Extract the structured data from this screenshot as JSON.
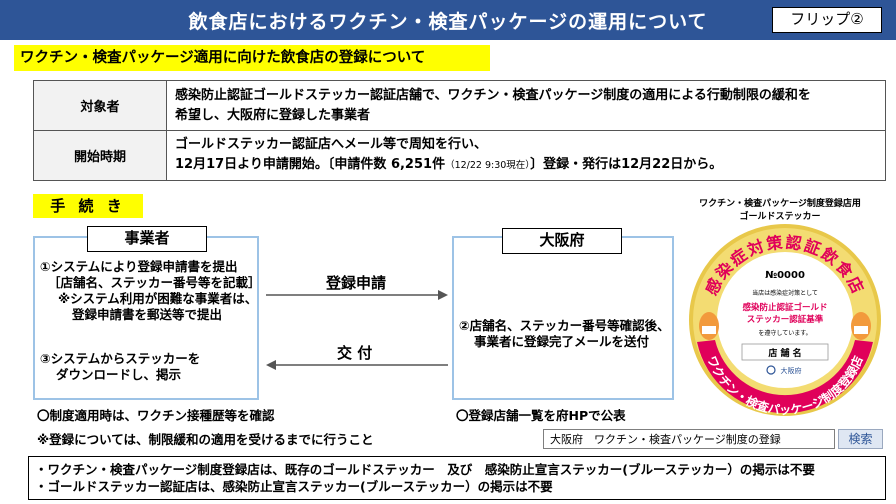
{
  "header": {
    "title": "飲食店におけるワクチン・検査パッケージの運用について",
    "flip_label": "フリップ②"
  },
  "subtitle": "ワクチン・検査パッケージ適用に向けた飲食店の登録について",
  "table": {
    "rows": [
      {
        "key": "対象者",
        "lines": [
          "感染防止認証ゴールドステッカー認証店舗で、ワクチン・検査パッケージ制度の適用による行動制限の緩和を",
          "希望し、大阪府に登録した事業者"
        ]
      },
      {
        "key": "開始時期",
        "line1": "ゴールドステッカー認証店へメール等で周知を行い、",
        "line2_a": "12月17日より申請開始。〔申請件数 6,251件",
        "line2_small": "（12/22 9:30現在）",
        "line2_b": "〕登録・発行は12月22日から。"
      }
    ]
  },
  "procedure": {
    "title": "手 続 き",
    "business": {
      "label": "事業者",
      "lines": [
        "①システムにより登録申請書を提出",
        "［店舗名、ステッカー番号等を記載］",
        "※システム利用が困難な事業者は、",
        "登録申請書を郵送等で提出",
        "③システムからステッカーを",
        "ダウンロードし、掲示"
      ]
    },
    "osaka": {
      "label": "大阪府",
      "lines": [
        "②店舗名、ステッカー番号等確認後、",
        "事業者に登録完了メールを送付"
      ]
    },
    "arrow_apply": "登録申請",
    "arrow_issue": "交 付",
    "note_left_1": "〇制度適用時は、ワクチン接種歴等を確認",
    "note_left_2": "※登録については、制限緩和の適用を受けるまでに行うこと",
    "note_right": "〇登録店舗一覧を府HPで公表"
  },
  "sticker": {
    "caption_line1": "ワクチン・検査パッケージ制度登録店用",
    "caption_line2": "ゴールドステッカー",
    "arc_top": "感染症対策認証飲食店",
    "number": "№0000",
    "small_text": "当店は感染症対策として",
    "red_line1": "感染防止認証ゴールド",
    "red_line2": "ステッカー認証基準",
    "small_text2": "を遵守しています。",
    "store_label": "店 舗 名",
    "pref": "大阪府",
    "arc_bottom": "ワクチン・検査パッケージ制度登録店",
    "colors": {
      "gold": "#e8c84a",
      "red": "#e0005a",
      "pink": "#f7c6d9"
    }
  },
  "search": {
    "value": "大阪府　ワクチン・検査パッケージ制度の登録",
    "button": "検索"
  },
  "bottom_notes": [
    "・ワクチン・検査パッケージ制度登録店は、既存のゴールドステッカー　及び　感染防止宣言ステッカー(ブルーステッカー）の掲示は不要",
    "・ゴールドステッカー認証店は、感染防止宣言ステッカー(ブルーステッカー）の掲示は不要"
  ],
  "colors": {
    "header": "#2e5597",
    "highlight": "#ffff00",
    "box_border": "#9dc3e6"
  }
}
